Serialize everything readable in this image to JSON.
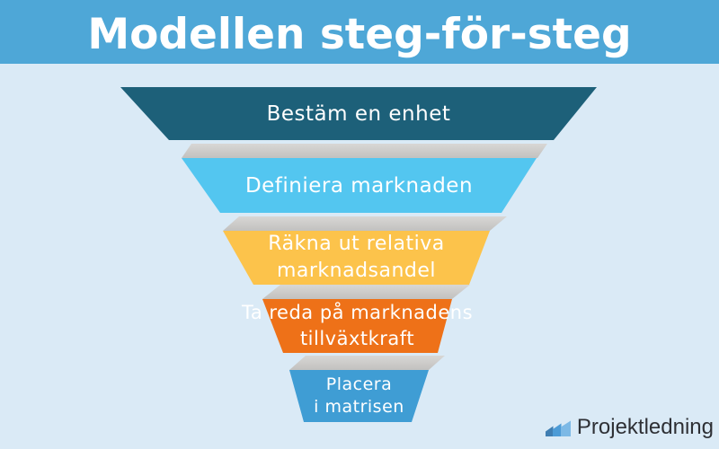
{
  "page": {
    "background": "#daeaf6"
  },
  "header": {
    "title": "Modellen steg-för-steg",
    "background": "#4ea7d7",
    "text_color": "#ffffff"
  },
  "funnel": {
    "type": "funnel-diagram",
    "text_color": "#ffffff",
    "connector_color": "#c2c1bf",
    "connector_light": "#d8d7d5",
    "steps": [
      {
        "label": "Bestäm en enhet",
        "lines": [
          "Bestäm en enhet"
        ],
        "color": "#1d6079"
      },
      {
        "label": "Definiera marknaden",
        "lines": [
          "Definiera marknaden"
        ],
        "color": "#53c6f0"
      },
      {
        "label": "Räkna ut relativa marknadsandel",
        "lines": [
          "Räkna ut relativa",
          "marknadsandel"
        ],
        "color": "#fcc34b"
      },
      {
        "label": "Ta reda på marknadens tillväxtkraft",
        "lines": [
          "Ta reda på marknadens",
          "tillväxtkraft"
        ],
        "color": "#ee7118"
      },
      {
        "label": "Placera i matrisen",
        "lines": [
          "Placera",
          "i matrisen"
        ],
        "color": "#3f9dd4"
      }
    ]
  },
  "footer": {
    "brand": "Projektledning",
    "logo_icon": "growth-bars-icon",
    "logo_bar_colors": [
      "#3f7eb2",
      "#4c9bd6",
      "#7cb9e6"
    ],
    "text_color": "#2e3035"
  }
}
